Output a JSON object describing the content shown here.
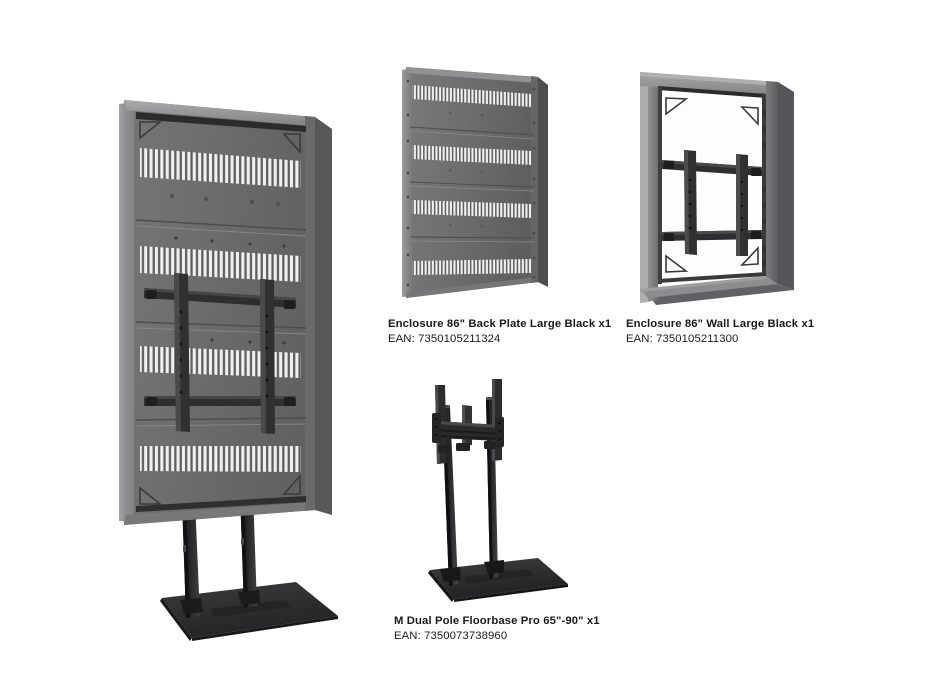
{
  "page": {
    "background_color": "#ffffff",
    "text_color": "#1a1a1a",
    "type": "product-components-exploded-view"
  },
  "palette": {
    "panel_gray": "#6e6e70",
    "panel_gray_light": "#8a8a8c",
    "panel_gray_dark": "#4a4a4c",
    "frame_edge_light": "#9a9a9c",
    "frame_edge_mid": "#7c7c7e",
    "vent_slot": "#f2f2f2",
    "bracket_black": "#2b2b2d",
    "pole_black": "#242426",
    "base_black": "#2e2e30"
  },
  "products": [
    {
      "id": "main-assembly",
      "name": "assembled-enclosure-on-floorbase",
      "title": "",
      "ean": "",
      "has_caption": false,
      "components": [
        "enclosure-back-plate",
        "vesa-bracket",
        "dual-pole-floorbase"
      ]
    },
    {
      "id": "backplate",
      "name": "enclosure-back-plate",
      "title": "Enclosure 86\" Back Plate Large Black x1",
      "ean": "EAN: 7350105211324",
      "has_caption": true,
      "vent_strips": 4
    },
    {
      "id": "wall",
      "name": "enclosure-wall-frame",
      "title": "Enclosure 86\" Wall Large Black x1",
      "ean": "EAN: 7350105211300",
      "has_caption": true,
      "vent_strips": 0
    },
    {
      "id": "floorbase",
      "name": "dual-pole-floorbase",
      "title": "M Dual Pole Floorbase Pro 65\"-90\" x1",
      "ean": "EAN: 7350073738960",
      "has_caption": true,
      "poles": 2
    }
  ]
}
